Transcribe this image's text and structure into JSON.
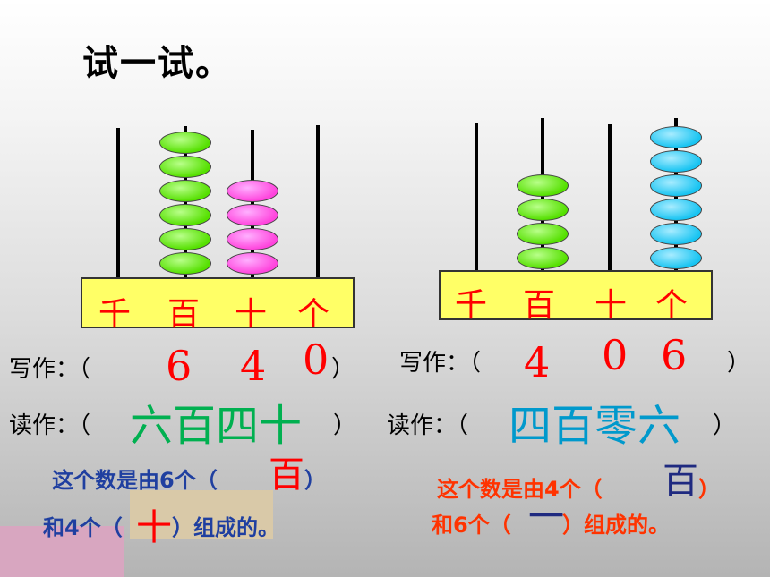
{
  "title": "试一试。",
  "places": [
    "千",
    "百",
    "十",
    "个"
  ],
  "left": {
    "write_label": "写作：（",
    "write_close": "）",
    "digits": [
      "6",
      "4",
      "0"
    ],
    "read_label": "读作：（",
    "read_close": "）",
    "reading": "六百四十",
    "comp_line1": "这个数是由6个（",
    "comp_line1_ans": "百",
    "comp_line1_close": "）",
    "comp_line2_a": "和4个（",
    "comp_line2_ans": "十",
    "comp_line2_b": "）组成的。",
    "beads": {
      "hundreds": 6,
      "tens": 4
    }
  },
  "right": {
    "write_label": "写作：（",
    "write_close": "）",
    "digits": [
      "4",
      "0",
      "6"
    ],
    "read_label": "读作：（",
    "read_close": "）",
    "reading": "四百零六",
    "comp_line1": "这个数是由4个（",
    "comp_line1_ans": "百",
    "comp_line1_close": "）",
    "comp_line2_a": "和6个（",
    "comp_line2_ans": "一",
    "comp_line2_b": "）组成的。",
    "beads": {
      "hundreds": 4,
      "ones": 6
    }
  },
  "colors": {
    "green_bead": "#55e000",
    "pink_bead": "#ff44dd",
    "blue_bead": "#18c4f2",
    "base": "#ffff66"
  }
}
